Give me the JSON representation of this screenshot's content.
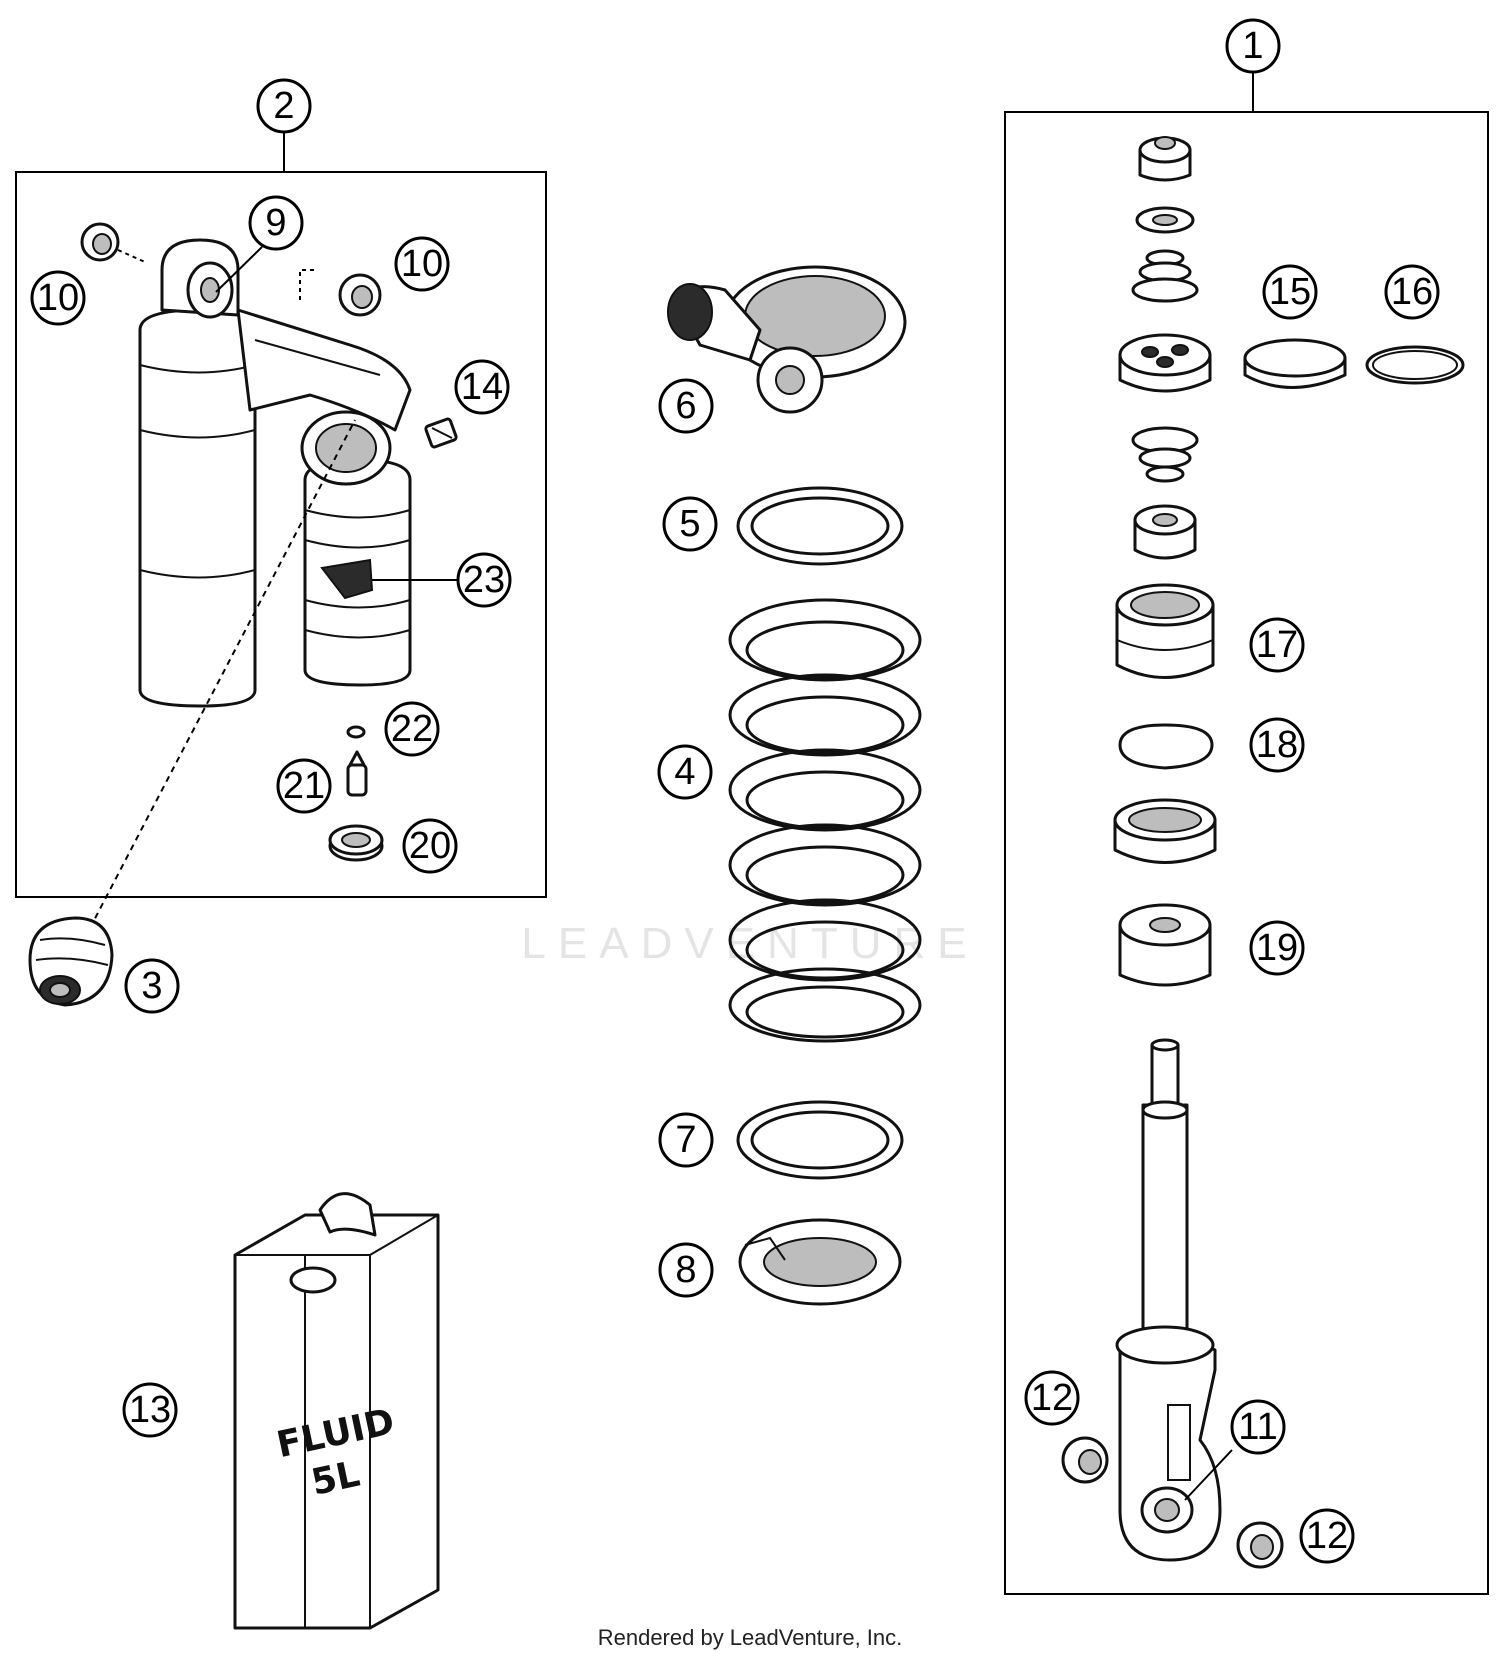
{
  "watermark": "LEADVENTURE",
  "footer": "Rendered by LeadVenture, Inc.",
  "can_label": {
    "line1": "FLUID",
    "line2": "5L"
  },
  "callouts": [
    "1",
    "2",
    "3",
    "4",
    "5",
    "6",
    "7",
    "8",
    "9",
    "10",
    "10",
    "11",
    "12",
    "12",
    "13",
    "14",
    "15",
    "16",
    "17",
    "18",
    "19",
    "20",
    "21",
    "22",
    "23"
  ]
}
